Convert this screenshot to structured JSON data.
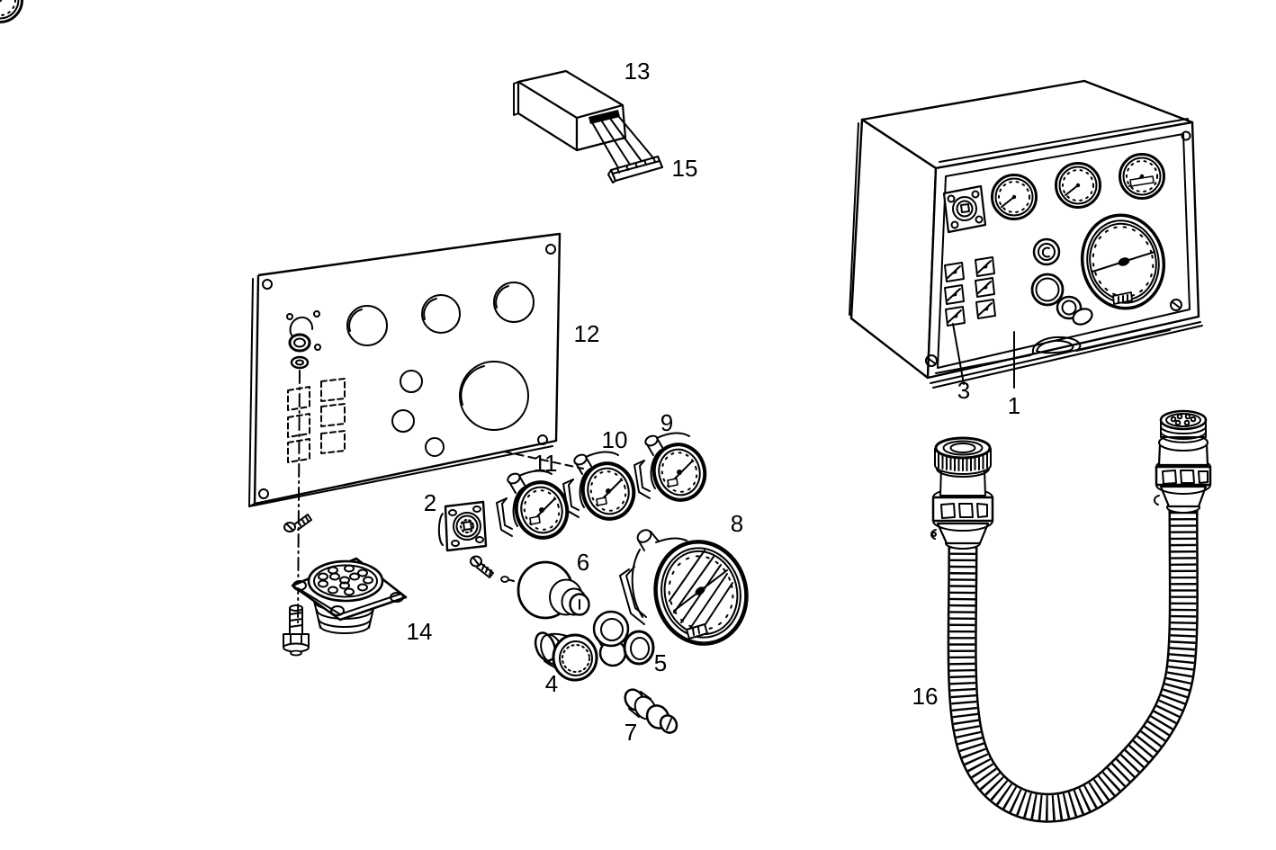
{
  "diagram": {
    "background": "#ffffff",
    "line_color": "#000000",
    "part_labels": {
      "p1": "1",
      "p2": "2",
      "p3": "3",
      "p4": "4",
      "p5": "5",
      "p6": "6",
      "p7": "7",
      "p8": "8",
      "p9": "9",
      "p10": "10",
      "p11": "11",
      "p12": "12",
      "p13": "13",
      "p14": "14",
      "p15": "15",
      "p16": "16"
    }
  }
}
